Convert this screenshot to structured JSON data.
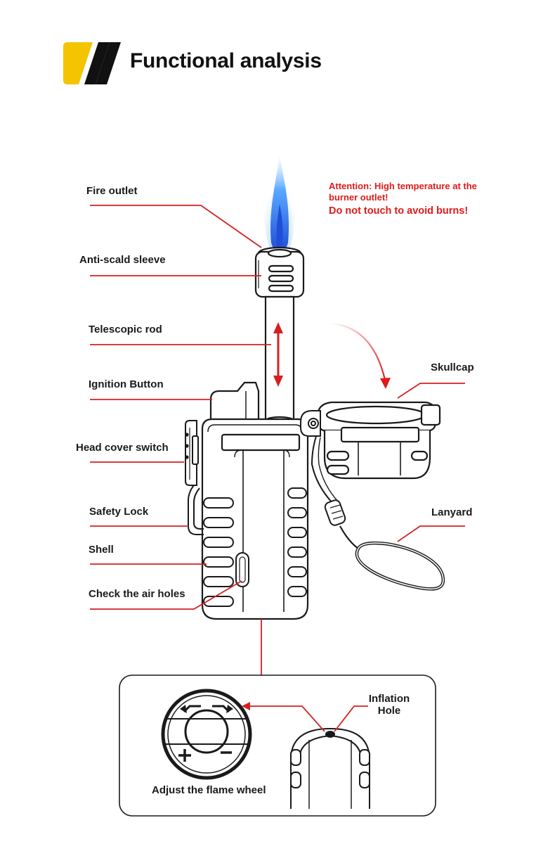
{
  "header": {
    "title": "Functional analysis",
    "accent_color": "#f5c400",
    "stripe_color": "#111111"
  },
  "warning": {
    "line1": "Attention: High temperature at the burner outlet!",
    "line2": "Do not touch to avoid burns!",
    "color": "#e01a1a"
  },
  "labels": {
    "fire_outlet": "Fire outlet",
    "anti_scald_sleeve": "Anti-scald sleeve",
    "telescopic_rod": "Telescopic rod",
    "ignition_button": "Ignition Button",
    "head_cover_switch": "Head cover switch",
    "safety_lock": "Safety Lock",
    "shell": "Shell",
    "check_air_holes": "Check the air holes",
    "skullcap": "Skullcap",
    "lanyard": "Lanyard",
    "inflation_hole_line1": "Inflation",
    "inflation_hole_line2": "Hole",
    "adjust_flame_wheel": "Adjust the flame wheel"
  },
  "colors": {
    "leader_line": "#d42020",
    "outline": "#1a1a1a",
    "flame_outer": "#5aa8ff",
    "flame_inner": "#1f4fd6"
  }
}
